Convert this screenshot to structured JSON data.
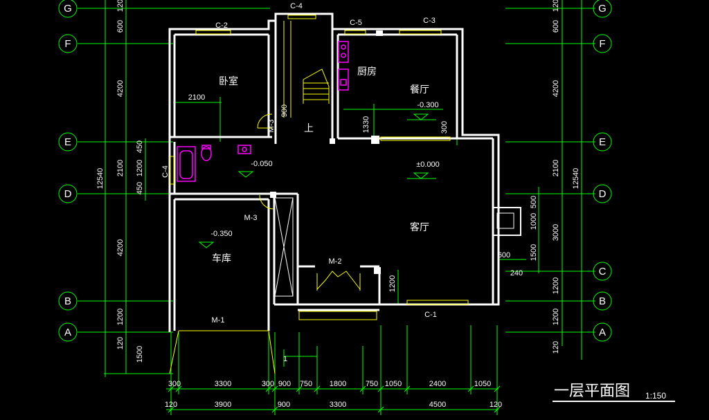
{
  "drawing": {
    "title": "一层平面图",
    "scale": "1:150"
  },
  "axes": {
    "left": [
      "G",
      "F",
      "E",
      "D",
      "C",
      "B",
      "A"
    ],
    "right": [
      "G",
      "F",
      "E",
      "D",
      "C",
      "B",
      "A"
    ]
  },
  "rooms": {
    "bedroom": "卧室",
    "kitchen": "厨房",
    "dining": "餐厅",
    "living": "客厅",
    "garage": "车库",
    "stairs_up": "上"
  },
  "openings": {
    "c2": "C-2",
    "c4_top": "C-4",
    "c5": "C-5",
    "c3": "C-3",
    "c4_side": "C-4",
    "c1": "C-1",
    "m1": "M-1",
    "m2": "M-2",
    "m3a": "M-3",
    "m3b": "M-3"
  },
  "levels": {
    "dining": "-0.300",
    "living": "±0.000",
    "bath": "-0.050",
    "garage": "-0.350"
  },
  "dims": {
    "left_total": "12540",
    "left_segments": [
      "120",
      "600",
      "4200",
      "2100",
      "4200",
      "1200",
      "120",
      "1500"
    ],
    "left_inner": [
      "450",
      "1200",
      "450"
    ],
    "right_total": "12540",
    "right_segments": [
      "120",
      "600",
      "4200",
      "2100",
      "3000",
      "1200",
      "1200",
      "120"
    ],
    "right_inner": [
      "500",
      "1000",
      "1500"
    ],
    "bottom_row1": [
      "300",
      "3300",
      "300",
      "900",
      "750",
      "1800",
      "750",
      "1050",
      "2400",
      "1050"
    ],
    "bottom_row2": [
      "120",
      "3900",
      "900",
      "3300",
      "4500",
      "120"
    ],
    "misc": {
      "bedroom_w": "2100",
      "stair_h": "900",
      "kitchen_h": "1330",
      "dining_h": "300",
      "living_stair": "1200",
      "fireplace_w": "600",
      "fireplace_d": "240",
      "entry_1": "1"
    }
  },
  "colors": {
    "grid": "#00ff00",
    "wall": "#ffffff",
    "window": "#ffff00",
    "fixture": "#ff00ff"
  }
}
